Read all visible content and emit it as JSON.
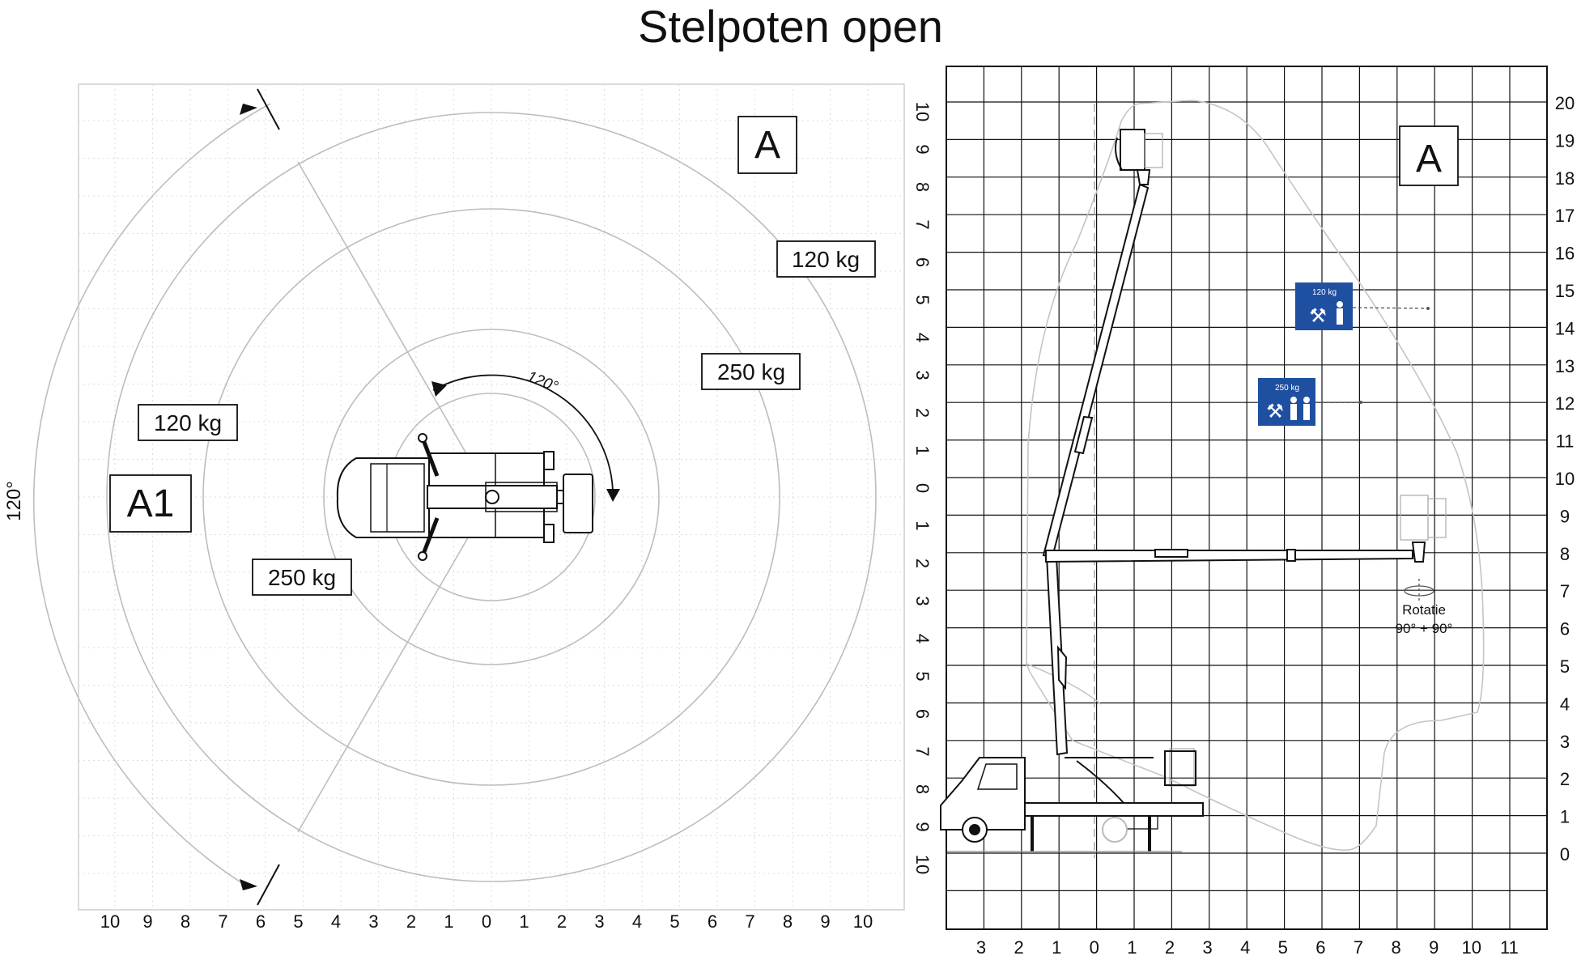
{
  "title": "Stelpoten open",
  "top_view": {
    "zone_large_label": "A",
    "zone_small_label": "A1",
    "loads_zone_a": [
      "120 kg",
      "250 kg"
    ],
    "loads_zone_a1": [
      "120 kg",
      "250 kg"
    ],
    "rotation_angle": "120°",
    "side_angle": "120°",
    "x_ticks": [
      "10",
      "9",
      "8",
      "7",
      "6",
      "5",
      "4",
      "3",
      "2",
      "1",
      "0",
      "1",
      "2",
      "3",
      "4",
      "5",
      "6",
      "7",
      "8",
      "9",
      "10"
    ],
    "y_ticks": [
      "10",
      "9",
      "8",
      "7",
      "6",
      "5",
      "4",
      "3",
      "2",
      "1",
      "0",
      "1",
      "2",
      "3",
      "4",
      "5",
      "6",
      "7",
      "8",
      "9",
      "10"
    ]
  },
  "side_view": {
    "zone_label": "A",
    "x_ticks": [
      "3",
      "2",
      "1",
      "0",
      "1",
      "2",
      "3",
      "4",
      "5",
      "6",
      "7",
      "8",
      "9",
      "10",
      "11"
    ],
    "y_ticks": [
      "0",
      "1",
      "2",
      "3",
      "4",
      "5",
      "6",
      "7",
      "8",
      "9",
      "10",
      "11",
      "12",
      "13",
      "14",
      "15",
      "16",
      "17",
      "18",
      "19",
      "20"
    ],
    "sign_120": "120 kg",
    "sign_250": "250 kg",
    "rotation_label": "Rotatie",
    "rotation_value": "90° + 90°"
  },
  "colors": {
    "sign_blue": "#1f4fa0",
    "line": "#111111",
    "envelope": "#bdbdbd",
    "grid_dotted": "#d8d8d8"
  }
}
